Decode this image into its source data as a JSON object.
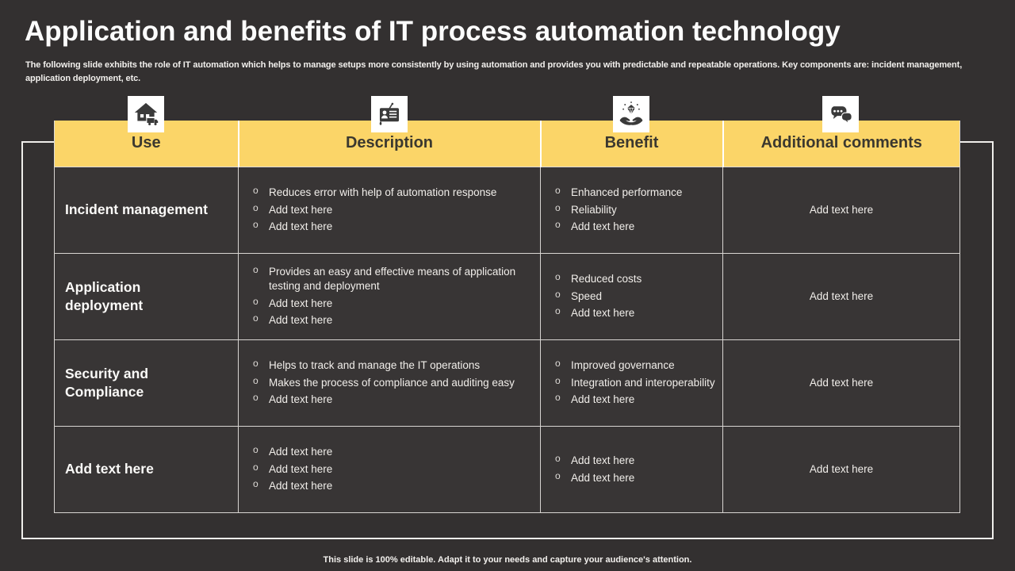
{
  "slide": {
    "title": "Application and benefits of IT process automation technology",
    "subtitle": "The following slide exhibits the role of IT automation which helps to manage setups more consistently by using automation and provides you with predictable and repeatable operations. Key components are: incident management, application deployment, etc.",
    "footer": "This slide is 100% editable.  Adapt it to your needs and capture your audience's attention."
  },
  "colors": {
    "background": "#333030",
    "header_yellow": "#FBD568",
    "header_text": "#3B382F",
    "body_text": "#F1EEEA",
    "cell_background": "#383535",
    "frame_border": "#F0EEEB"
  },
  "table": {
    "columns": [
      {
        "label": "Use",
        "icon": "house-truck-icon"
      },
      {
        "label": "Description",
        "icon": "id-card-icon"
      },
      {
        "label": "Benefit",
        "icon": "hands-diamond-icon"
      },
      {
        "label": "Additional comments",
        "icon": "chat-bubbles-icon"
      }
    ],
    "rows": [
      {
        "use": "Incident management",
        "description": [
          "Reduces error  with help of automation response",
          "Add text here",
          "Add text here"
        ],
        "benefit": [
          "Enhanced performance",
          "Reliability",
          "Add text here"
        ],
        "comments": "Add text here"
      },
      {
        "use": "Application deployment",
        "description": [
          "Provides an easy and effective means of application testing and deployment",
          "Add text here",
          "Add text here"
        ],
        "benefit": [
          "Reduced costs",
          "Speed",
          "Add text here"
        ],
        "comments": "Add text here"
      },
      {
        "use": "Security and Compliance",
        "description": [
          "Helps to track and manage the IT operations",
          "Makes the process of compliance and auditing easy",
          "Add text here"
        ],
        "benefit": [
          "Improved governance",
          "Integration and interoperability",
          "Add text here"
        ],
        "comments": "Add text here"
      },
      {
        "use": "Add text here",
        "description": [
          "Add text here",
          "Add text here",
          "Add text here"
        ],
        "benefit": [
          "Add text here",
          "Add text here"
        ],
        "comments": "Add text here"
      }
    ]
  }
}
